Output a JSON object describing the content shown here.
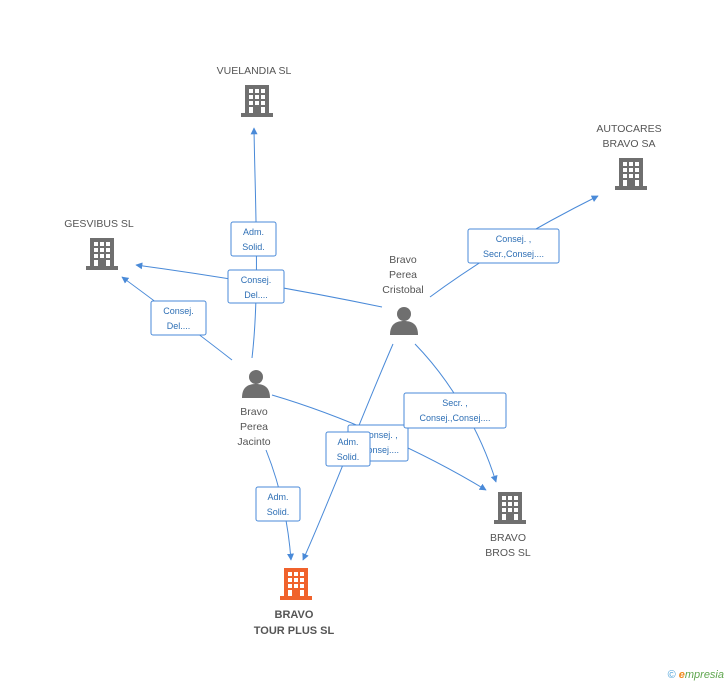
{
  "colors": {
    "edge": "#4a8ad8",
    "node_gray": "#6f6f6f",
    "node_main": "#f0622c",
    "label_text": "#555555",
    "edge_label_text": "#2e6fb5"
  },
  "nodes": {
    "vuelandia": {
      "label_lines": [
        "VUELANDIA SL"
      ],
      "icon": "building-icon"
    },
    "autocares": {
      "label_lines": [
        "AUTOCARES",
        "BRAVO SA"
      ],
      "icon": "building-icon"
    },
    "gesvibus": {
      "label_lines": [
        "GESVIBUS SL"
      ],
      "icon": "building-icon"
    },
    "cristobal": {
      "label_lines": [
        "Bravo",
        "Perea",
        "Cristobal"
      ],
      "icon": "person-icon"
    },
    "jacinto": {
      "label_lines": [
        "Bravo",
        "Perea",
        "Jacinto"
      ],
      "icon": "person-icon"
    },
    "bros": {
      "label_lines": [
        "BRAVO",
        "BROS SL"
      ],
      "icon": "building-icon"
    },
    "tourplus": {
      "label_lines": [
        "BRAVO",
        "TOUR PLUS SL"
      ],
      "icon": "building-icon"
    }
  },
  "edges": {
    "jacinto_vuelandia": {
      "lines": [
        "Adm.",
        "Solid."
      ]
    },
    "cristobal_gesvibus": {
      "lines": [
        "Consej.",
        "Del...."
      ]
    },
    "jacinto_gesvibus": {
      "lines": [
        "Consej.",
        "Del...."
      ]
    },
    "cristobal_autocares": {
      "lines": [
        "Consej. ,",
        "Secr.,Consej...."
      ]
    },
    "cristobal_bros": {
      "lines": [
        "Secr. ,",
        "Consej.,Consej...."
      ]
    },
    "jacinto_bros": {
      "lines": [
        "Consej. ,",
        "Consej...."
      ]
    },
    "cristobal_tourplus": {
      "lines": [
        "Adm.",
        "Solid."
      ]
    },
    "jacinto_tourplus": {
      "lines": [
        "Adm.",
        "Solid."
      ]
    }
  },
  "branding": {
    "copyright": "©",
    "brand_initial": "e",
    "brand_rest": "mpresia"
  }
}
